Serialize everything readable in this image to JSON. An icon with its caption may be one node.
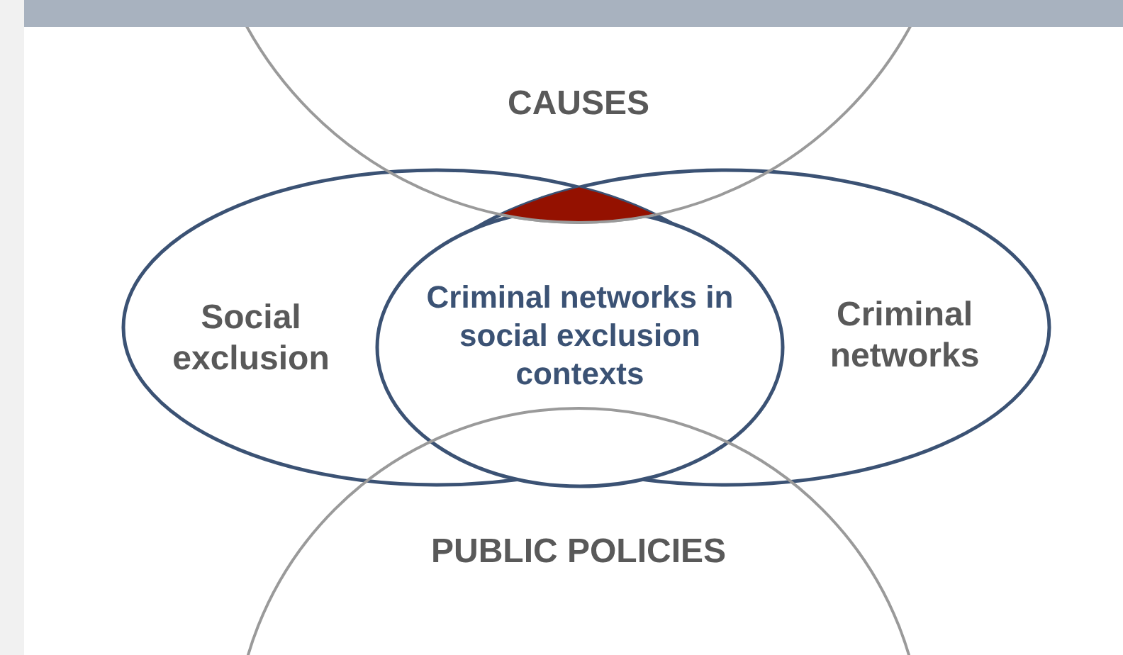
{
  "diagram": {
    "nodes": [
      {
        "text": [
          "CAUSES"
        ]
      },
      {
        "text": [
          "Social exclusion"
        ]
      },
      {
        "text": [
          "Criminal networks"
        ]
      },
      {
        "text": [
          "Criminal networks in social exclusion contexts"
        ]
      },
      {
        "text": [
          "PUBLIC POLICIES"
        ]
      }
    ]
  }
}
